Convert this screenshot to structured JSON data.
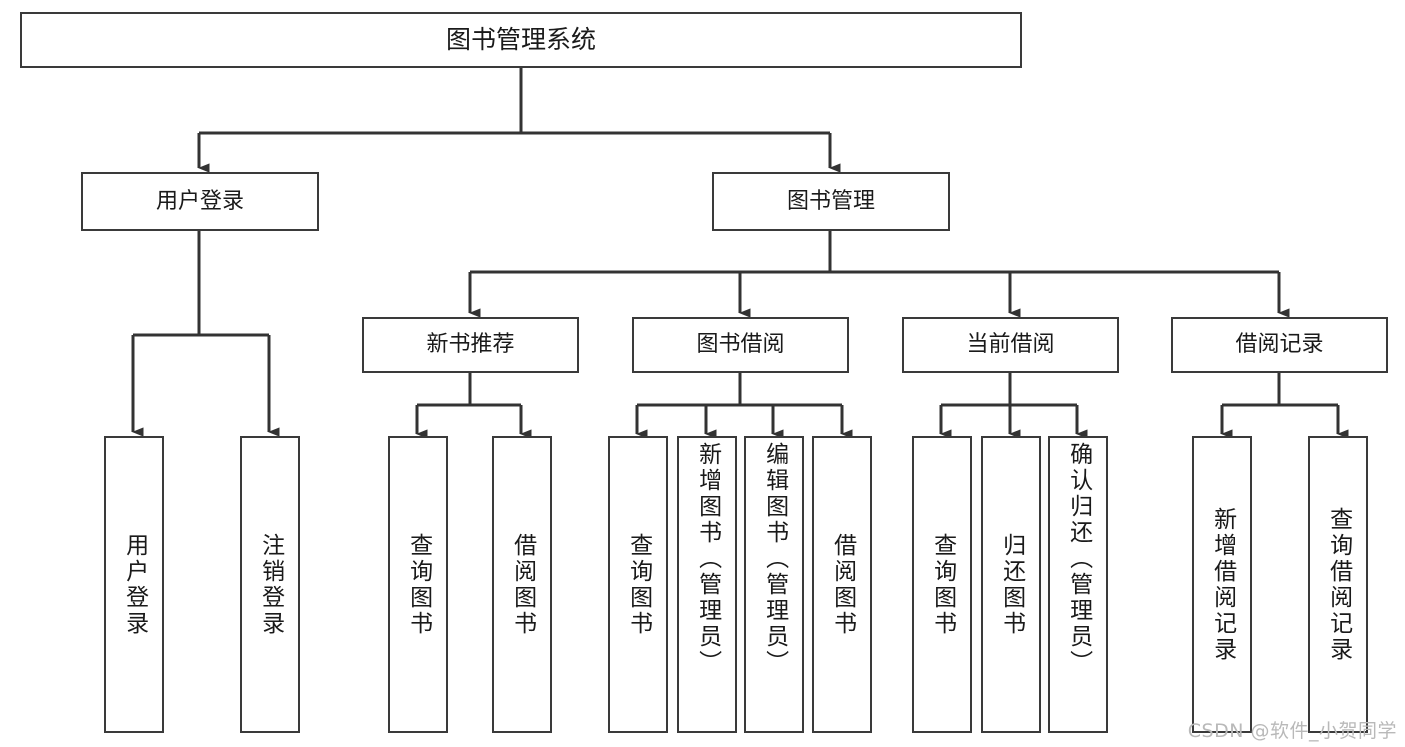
{
  "diagram": {
    "title": "图书管理系统",
    "type": "tree-hierarchy-chart",
    "background_color": "#ffffff",
    "line_color": "#3a3a3a",
    "text_color": "#1a1a1a"
  },
  "nodes": {
    "root": {
      "label": "图书管理系统"
    },
    "level2": [
      {
        "id": "user-login",
        "label": "用户登录"
      },
      {
        "id": "book-manage",
        "label": "图书管理"
      }
    ],
    "level3": [
      {
        "id": "new-book-recommend",
        "label": "新书推荐"
      },
      {
        "id": "book-borrow",
        "label": "图书借阅"
      },
      {
        "id": "current-borrow",
        "label": "当前借阅"
      },
      {
        "id": "borrow-record",
        "label": "借阅记录"
      }
    ],
    "leaves": {
      "user_login": [
        {
          "id": "leaf-user-login",
          "label": "用户登录"
        },
        {
          "id": "leaf-logout-login",
          "label": "注销登录"
        }
      ],
      "new_book_recommend": [
        {
          "id": "leaf-query-book-1",
          "label": "查询图书"
        },
        {
          "id": "leaf-borrow-book-1",
          "label": "借阅图书"
        }
      ],
      "book_borrow": [
        {
          "id": "leaf-query-book-2",
          "label": "查询图书"
        },
        {
          "id": "leaf-add-book",
          "label": "新增图书（管理员）"
        },
        {
          "id": "leaf-edit-book",
          "label": "编辑图书（管理员）"
        },
        {
          "id": "leaf-borrow-book-2",
          "label": "借阅图书"
        }
      ],
      "current_borrow": [
        {
          "id": "leaf-query-book-3",
          "label": "查询图书"
        },
        {
          "id": "leaf-return-book",
          "label": "归还图书"
        },
        {
          "id": "leaf-confirm-return",
          "label": "确认归还（管理员）"
        }
      ],
      "borrow_record": [
        {
          "id": "leaf-add-record",
          "label": "新增借阅记录"
        },
        {
          "id": "leaf-query-record",
          "label": "查询借阅记录"
        }
      ]
    }
  },
  "watermark": {
    "text": "CSDN @软件_小贺同学"
  }
}
